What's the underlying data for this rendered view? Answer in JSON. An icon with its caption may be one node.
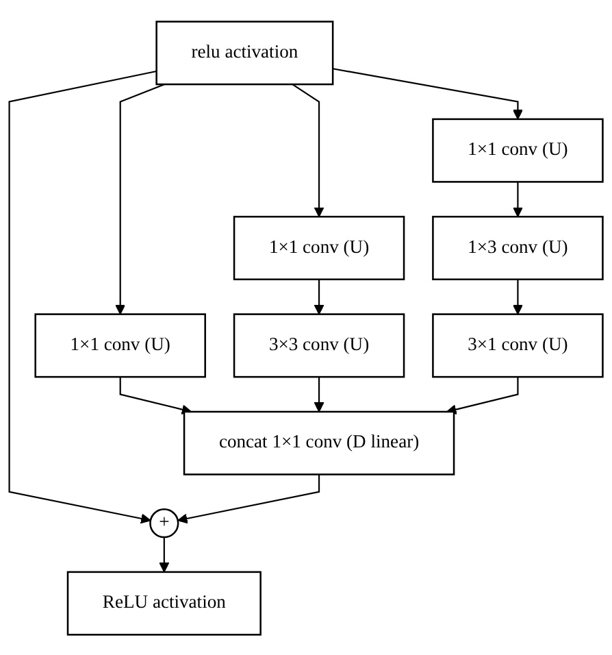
{
  "diagram": {
    "nodes": [
      {
        "text": [
          "relu activation"
        ]
      },
      {
        "text": [
          "1×1 conv (U)"
        ]
      },
      {
        "text": [
          "1×1 conv (U)"
        ]
      },
      {
        "text": [
          "1×3 conv (U)"
        ]
      },
      {
        "text": [
          "1×1 conv (U)"
        ]
      },
      {
        "text": [
          "3×3 conv (U)"
        ]
      },
      {
        "text": [
          "3×1 conv (U)"
        ]
      },
      {
        "text": [
          "concat 1×1 conv (D linear)"
        ]
      },
      {
        "text": [
          "+"
        ]
      },
      {
        "text": [
          "ReLU activation"
        ]
      }
    ],
    "edges": [
      {
        "from": 0,
        "to": 4,
        "arrow": "to"
      },
      {
        "from": 0,
        "to": 2,
        "arrow": "to"
      },
      {
        "from": 0,
        "to": 1,
        "arrow": "to"
      },
      {
        "from": 0,
        "to": 8,
        "arrow": "to"
      },
      {
        "from": 1,
        "to": 3,
        "arrow": "to"
      },
      {
        "from": 3,
        "to": 6,
        "arrow": "to"
      },
      {
        "from": 2,
        "to": 5,
        "arrow": "to"
      },
      {
        "from": 4,
        "to": 7,
        "arrow": "to"
      },
      {
        "from": 5,
        "to": 7,
        "arrow": "to"
      },
      {
        "from": 6,
        "to": 7,
        "arrow": "to"
      },
      {
        "from": 7,
        "to": 8,
        "arrow": "to"
      },
      {
        "from": 8,
        "to": 9,
        "arrow": "to"
      }
    ]
  }
}
